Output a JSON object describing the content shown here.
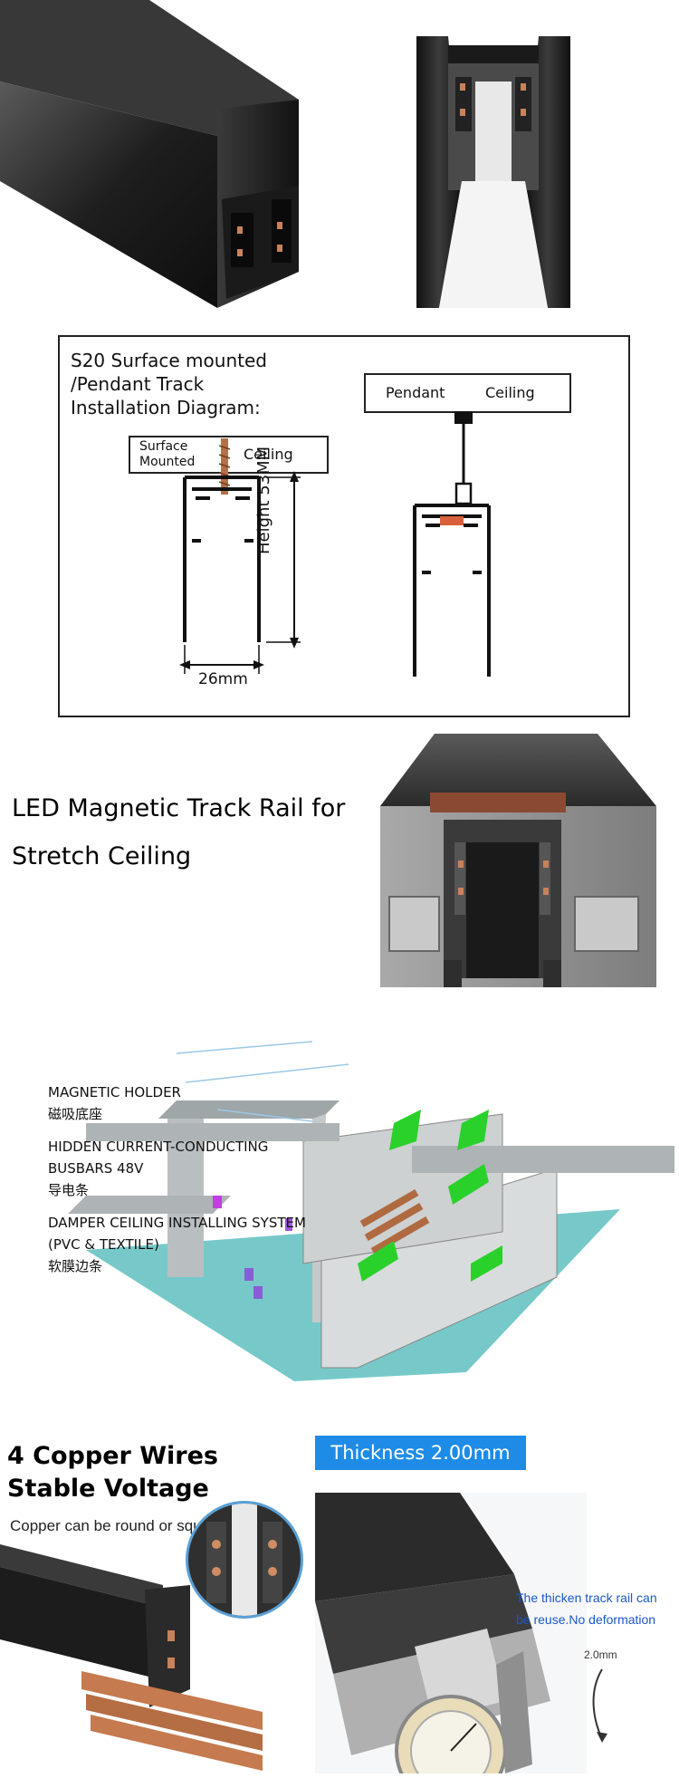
{
  "diagram": {
    "title_lines": [
      "S20 Surface mounted",
      "/Pendant Track",
      "Installation Diagram:"
    ],
    "surface_box": {
      "left": "Surface",
      "left2": "Mounted",
      "right": "Ceiling"
    },
    "pendant_box": {
      "left": "Pendant",
      "right": "Ceiling"
    },
    "height_label": "Height 53MM",
    "width_label": "26mm"
  },
  "section2": {
    "title_lines": [
      "LED Magnetic Track Rail for",
      "Stretch Ceiling"
    ]
  },
  "section3": {
    "callouts": [
      {
        "en": "MAGNETIC HOLDER",
        "cn": "磁吸底座"
      },
      {
        "en": "HIDDEN CURRENT-CONDUCTING",
        "en2": "BUSBARS 48V",
        "cn": "导电条"
      },
      {
        "en": "DAMPER CEILING INSTALLING SYSTEM",
        "en2": "(PVC & TEXTILE)",
        "cn": "软膜边条"
      }
    ]
  },
  "section4": {
    "title_lines": [
      "4 Copper Wires",
      "Stable Voltage"
    ],
    "subtitle": "Copper can be round or square",
    "badge": "Thickness 2.00mm",
    "note_lines": [
      "The thicken track rail can",
      "be reuse.No deformation"
    ],
    "measure_label": "2.0mm"
  },
  "colors": {
    "rail_dark": "#2b2b2b",
    "rail_mid": "#4a4a4a",
    "copper": "#c8825a",
    "green_clip": "#2bd12b",
    "teal_film": "#5fbfc0",
    "badge_blue": "#1e8ce6",
    "note_blue": "#1b57c9"
  }
}
